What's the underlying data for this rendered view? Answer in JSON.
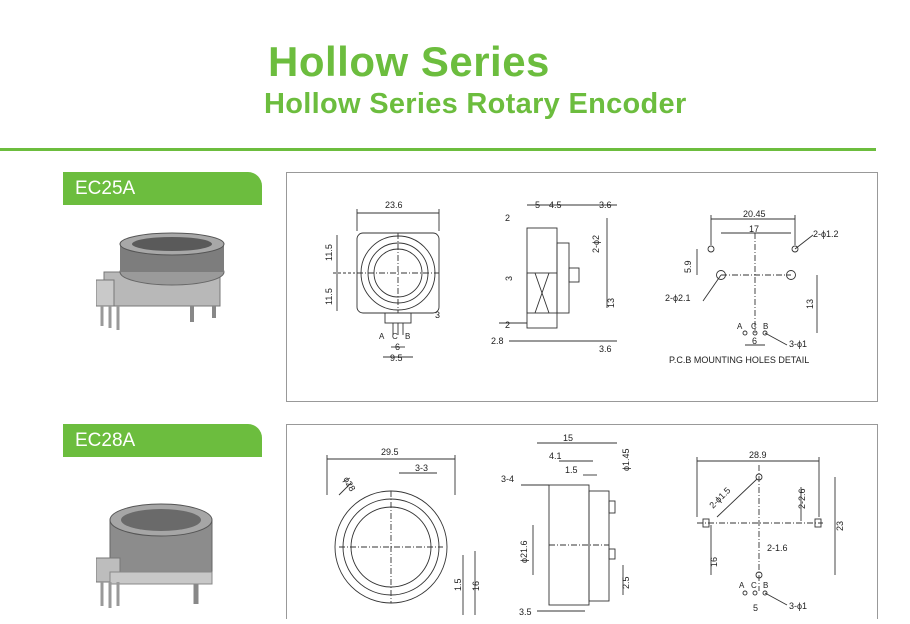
{
  "header": {
    "title": "Hollow Series",
    "subtitle": "Hollow Series Rotary Encoder"
  },
  "colors": {
    "accent": "#6cbd3e",
    "line": "#333333",
    "panel_border": "#999999"
  },
  "sections": [
    {
      "model": "EC25A",
      "front_view": {
        "width": "23.6",
        "upper_height": "11.5",
        "lower_height": "11.5",
        "tilt_dim": "3",
        "pins": [
          "A",
          "C",
          "B"
        ],
        "pin_pitch": "6",
        "pin_span": "9.5"
      },
      "side_view": {
        "top_left": "2",
        "top_mid_a": "5",
        "top_mid_b": "4.5",
        "top_right": "3.6",
        "hole": "2-ϕ2",
        "left_mid": "3",
        "right_height": "13",
        "bottom_left": "2",
        "bottom_left2": "2.8",
        "bottom_right": "3.6"
      },
      "pcb_view": {
        "outer_width": "20.45",
        "inner_width": "17",
        "holes_small": "2-ϕ1.2",
        "offset": "5.9",
        "holes_large": "2-ϕ2.1",
        "height": "13",
        "pins": [
          "A",
          "C",
          "B"
        ],
        "pin_pitch": "6",
        "pin_holes": "3-ϕ1",
        "caption": "P.C.B MOUNTING HOLES DETAIL"
      }
    },
    {
      "model": "EC28A",
      "front_view": {
        "width": "29.5",
        "diameter": "ϕ28",
        "slot": "3-3",
        "right_small": "1.5",
        "right_height": "16"
      },
      "side_view": {
        "total_width": "15",
        "shaft_dia": "ϕ1.45",
        "left_w": "4.1",
        "mid_w": "1.5",
        "top_left": "3-4",
        "body_dia": "ϕ21.6",
        "right_h": "2.5",
        "bottom": "3.5"
      },
      "pcb_view": {
        "outer_width": "28.9",
        "holes": "2-ϕ1.5",
        "slot_h": "2-2.6",
        "height_right": "23",
        "slot_w": "2-1.6",
        "height_left": "16",
        "pins": [
          "A",
          "C",
          "B"
        ],
        "pin_pitch": "5",
        "pin_holes": "3-ϕ1"
      }
    }
  ]
}
